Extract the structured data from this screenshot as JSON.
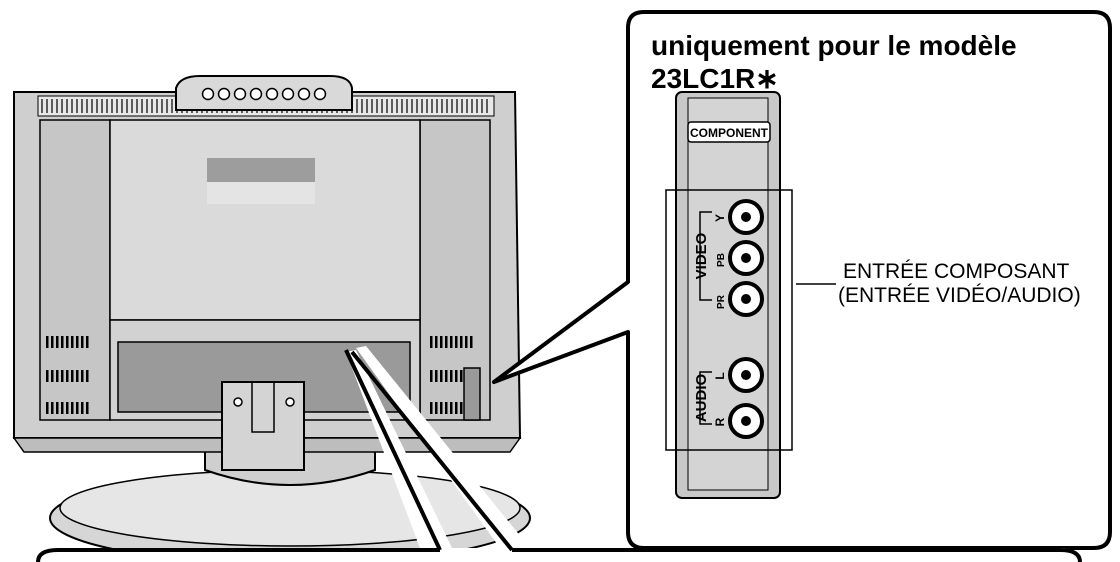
{
  "callout": {
    "title_line1": "uniquement pour le modèle",
    "title_line2": "23LC1R∗"
  },
  "panel": {
    "header": "COMPONENT",
    "video_group": "VIDEO",
    "audio_group": "AUDIO",
    "jacks": {
      "y": "Y",
      "pb": "PB",
      "pr": "PR",
      "l": "L",
      "r": "R"
    }
  },
  "annotation": {
    "line1": "ENTRÉE COMPOSANT",
    "line2": "(ENTRÉE VIDÉO/AUDIO)"
  }
}
